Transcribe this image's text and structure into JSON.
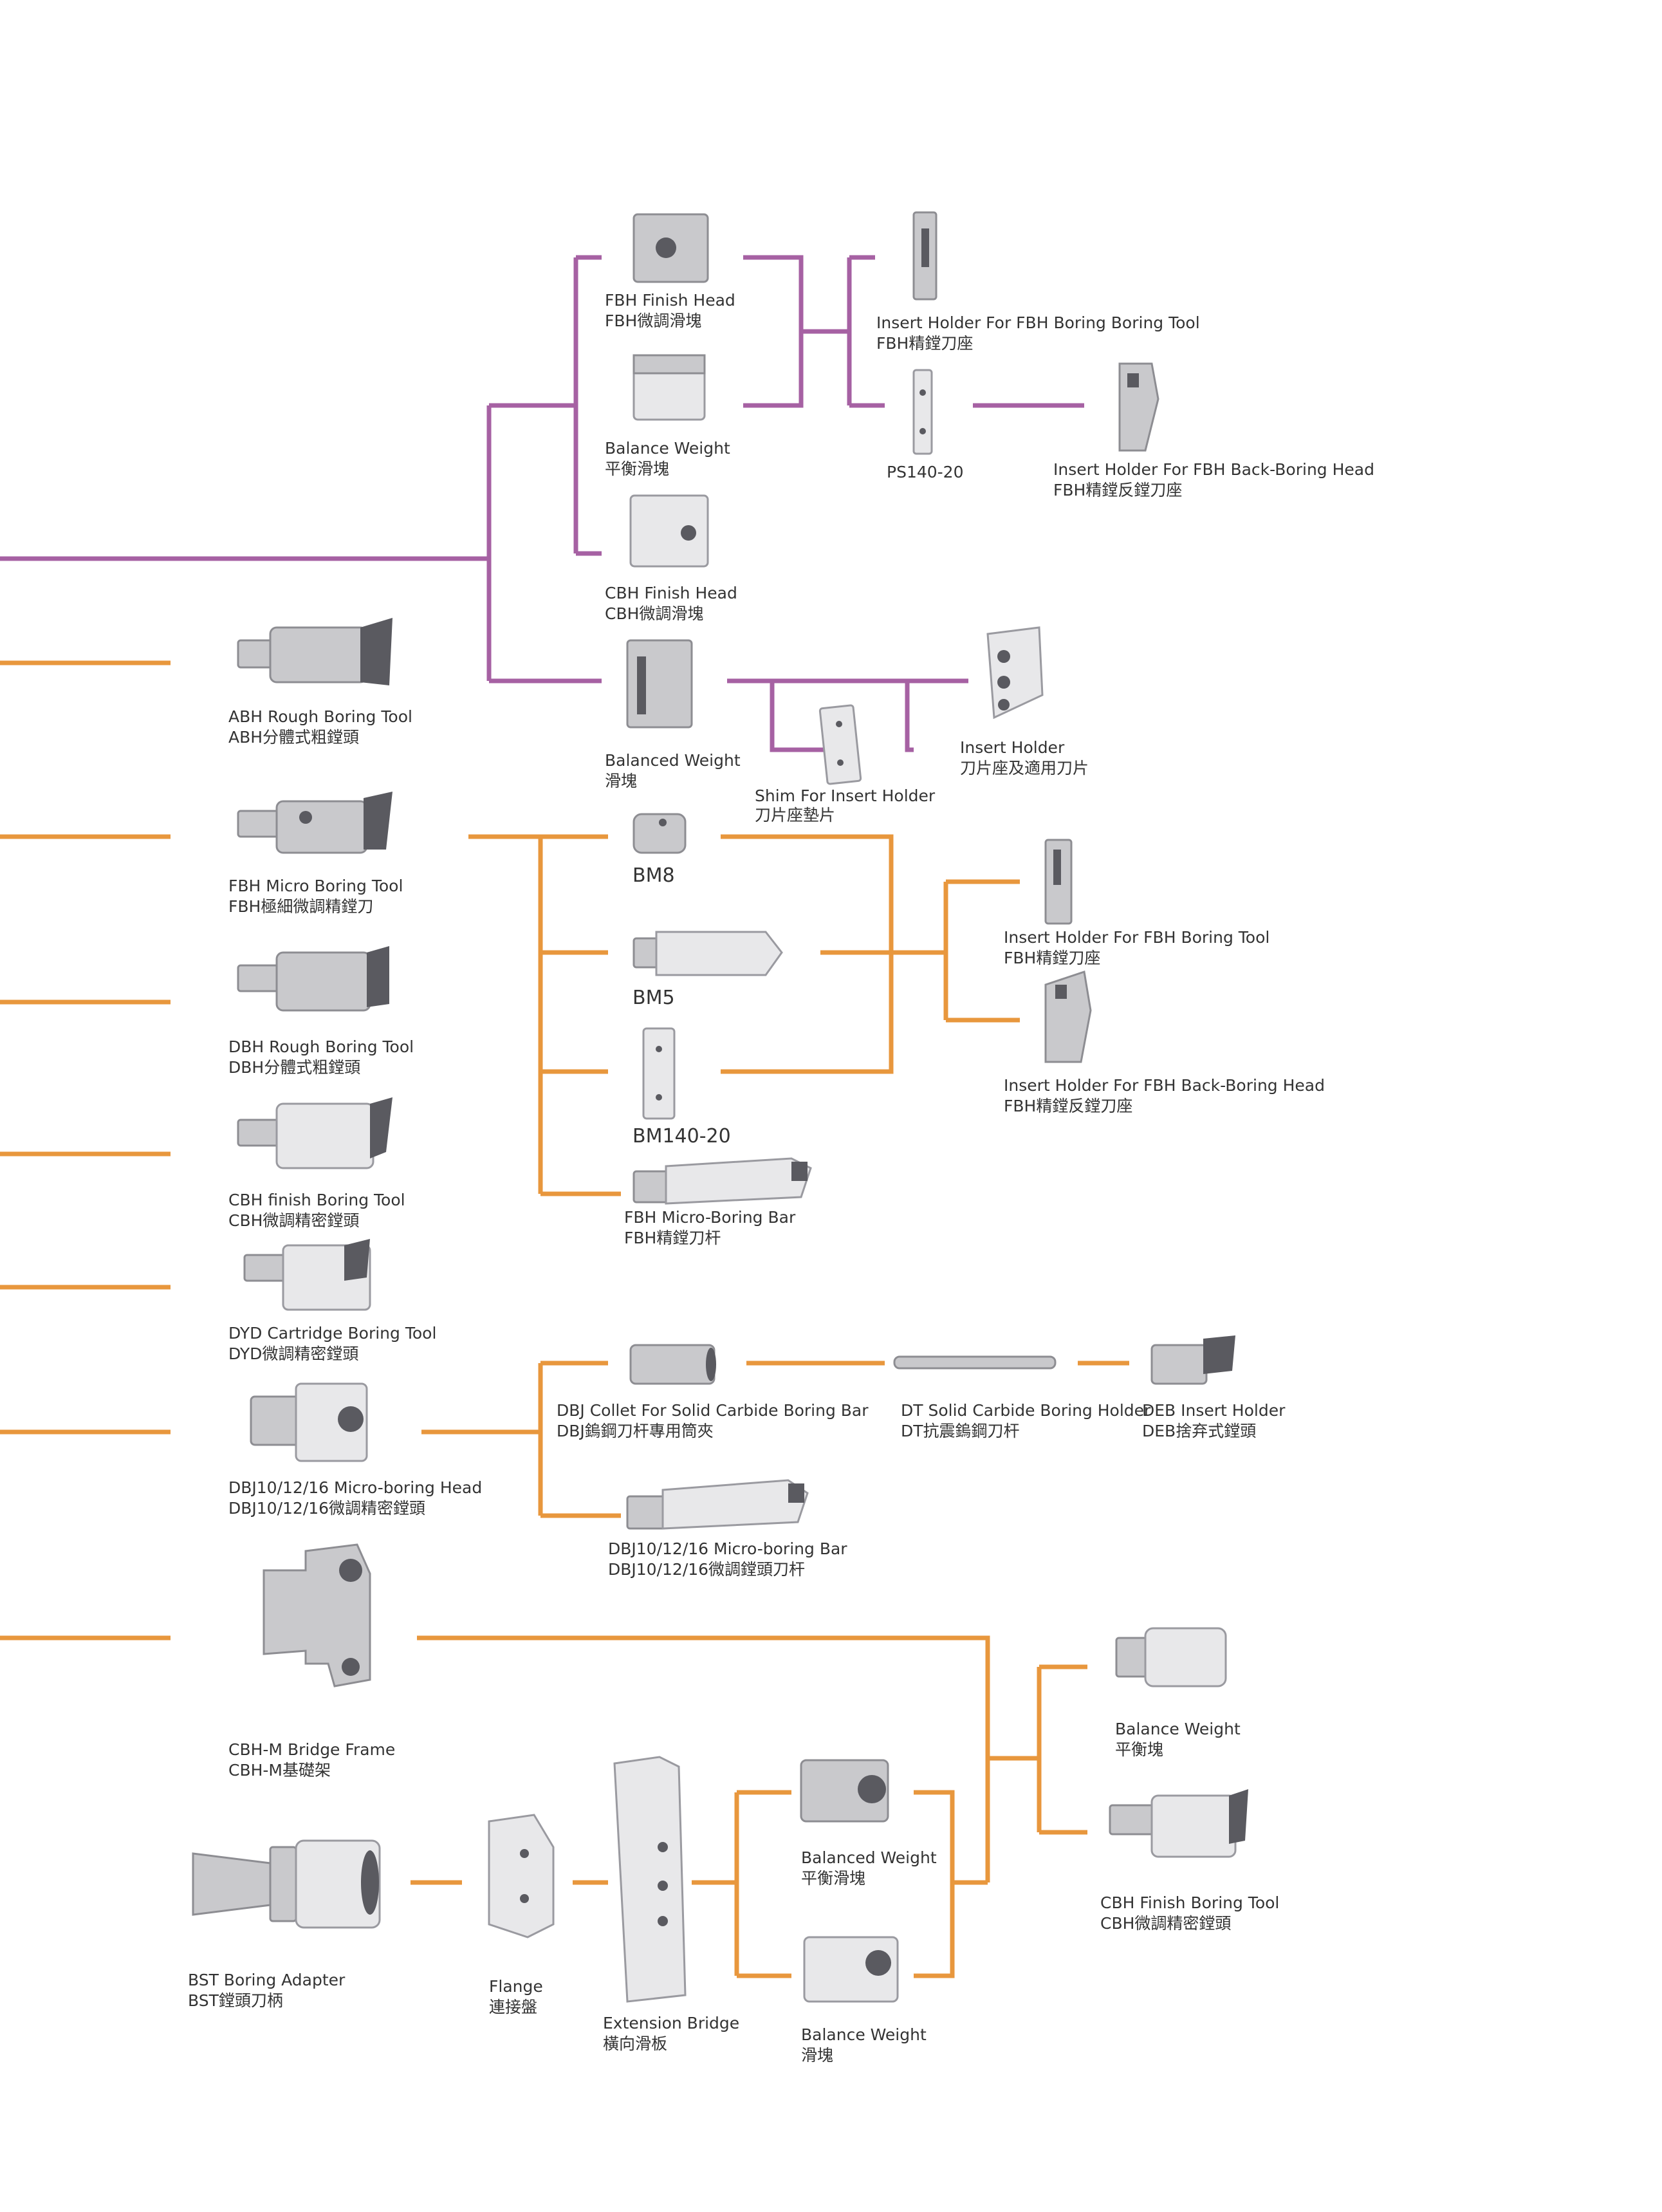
{
  "colors": {
    "purple": "#a661a3",
    "orange": "#e8973d",
    "text": "#333333"
  },
  "nodes": {
    "fbh_finish_head": {
      "en": "FBH Finish Head",
      "zh": "FBH微調滑塊",
      "icon": "finish-head-block-icon"
    },
    "balance_weight_top": {
      "en": "Balance Weight",
      "zh": "平衡滑塊",
      "icon": "balance-weight-block-icon"
    },
    "cbh_finish_head": {
      "en": "CBH Finish Head",
      "zh": "CBH微調滑塊",
      "icon": "finish-head-block-icon"
    },
    "balanced_weight_left": {
      "en": "Balanced Weight",
      "zh": "滑塊",
      "icon": "balanced-weight-block-icon"
    },
    "insert_holder_fbh_boring_tool_top": {
      "en": "Insert Holder For FBH Boring Boring Tool",
      "zh": "FBH精鏜刀座",
      "icon": "insert-holder-icon"
    },
    "ps140_20": {
      "en": "PS140-20",
      "zh": "",
      "icon": "shim-bar-icon"
    },
    "insert_holder_fbh_back_boring_top": {
      "en": "Insert Holder For FBH Back-Boring Head",
      "zh": "FBH精鏜反鏜刀座",
      "icon": "back-boring-holder-icon"
    },
    "shim_for_insert_holder": {
      "en": "Shim For Insert Holder",
      "zh": "刀片座墊片",
      "icon": "shim-plate-icon"
    },
    "insert_holder": {
      "en": "Insert Holder",
      "zh": "刀片座及適用刀片",
      "icon": "insert-holder-icon"
    },
    "abh_rough_boring_tool": {
      "en": "ABH Rough Boring Tool",
      "zh": "ABH分體式粗鏜頭",
      "icon": "boring-head-icon"
    },
    "fbh_micro_boring_tool": {
      "en": "FBH Micro Boring Tool",
      "zh": "FBH極細微調精鏜刀",
      "icon": "boring-head-icon"
    },
    "dbh_rough_boring_tool": {
      "en": "DBH Rough Boring Tool",
      "zh": "DBH分體式粗鏜頭",
      "icon": "boring-head-icon"
    },
    "cbh_finish_boring_tool_left": {
      "en": "CBH finish Boring Tool",
      "zh": "CBH微調精密鏜頭",
      "icon": "boring-head-icon"
    },
    "dyd_cartridge_boring_tool": {
      "en": "DYD Cartridge Boring Tool",
      "zh": "DYD微調精密鏜頭",
      "icon": "boring-head-icon"
    },
    "dbj_micro_boring_head": {
      "en": "DBJ10/12/16 Micro-boring Head",
      "zh": "DBJ10/12/16微調精密鏜頭",
      "icon": "micro-boring-head-icon"
    },
    "cbh_m_bridge_frame": {
      "en": "CBH-M Bridge Frame",
      "zh": "CBH-M基礎架",
      "icon": "bridge-frame-icon"
    },
    "bst_boring_adapter": {
      "en": "BST Boring Adapter",
      "zh": "BST鏜頭刀柄",
      "icon": "taper-adapter-icon"
    },
    "bm8": {
      "en": "BM8",
      "zh": "",
      "icon": "short-bar-icon"
    },
    "bm5": {
      "en": "BM5",
      "zh": "",
      "icon": "boring-bar-icon"
    },
    "bm140_20": {
      "en": "BM140-20",
      "zh": "",
      "icon": "shim-bar-icon"
    },
    "fbh_micro_boring_bar": {
      "en": "FBH Micro-Boring Bar",
      "zh": "FBH精鏜刀杆",
      "icon": "boring-bar-icon"
    },
    "insert_holder_fbh_boring_tool_mid": {
      "en": "Insert Holder For FBH Boring Tool",
      "zh": "FBH精鏜刀座",
      "icon": "insert-holder-icon"
    },
    "insert_holder_fbh_back_boring_mid": {
      "en": "Insert Holder For FBH Back-Boring Head",
      "zh": "FBH精鏜反鏜刀座",
      "icon": "back-boring-holder-icon"
    },
    "dbj_collet": {
      "en": "DBJ Collet For Solid Carbide Boring Bar",
      "zh": "DBJ鎢鋼刀杆專用筒夾",
      "icon": "collet-icon"
    },
    "dt_solid_carbide": {
      "en": "DT Solid Carbide Boring Holder",
      "zh": "DT抗震鎢鋼刀杆",
      "icon": "carbide-rod-icon"
    },
    "deb_insert_holder": {
      "en": "DEB Insert Holder",
      "zh": "DEB捨弃式鏜頭",
      "icon": "insert-holder-icon"
    },
    "dbj_micro_boring_bar": {
      "en": "DBJ10/12/16 Micro-boring Bar",
      "zh": "DBJ10/12/16微調鏜頭刀杆",
      "icon": "boring-bar-icon"
    },
    "balance_weight_right": {
      "en": "Balance Weight",
      "zh": "平衡塊",
      "icon": "cylinder-weight-icon"
    },
    "cbh_finish_boring_tool_right": {
      "en": "CBH Finish Boring Tool",
      "zh": "CBH微調精密鏜頭",
      "icon": "boring-head-icon"
    },
    "balanced_weight_bottom": {
      "en": "Balanced Weight",
      "zh": "平衡滑塊",
      "icon": "balanced-weight-block-icon"
    },
    "balance_weight_bottom": {
      "en": "Balance Weight",
      "zh": "滑塊",
      "icon": "balance-weight-block-icon"
    },
    "flange": {
      "en": "Flange",
      "zh": "連接盤",
      "icon": "flange-icon"
    },
    "extension_bridge": {
      "en": "Extension Bridge",
      "zh": "橫向滑板",
      "icon": "extension-bridge-icon"
    }
  }
}
